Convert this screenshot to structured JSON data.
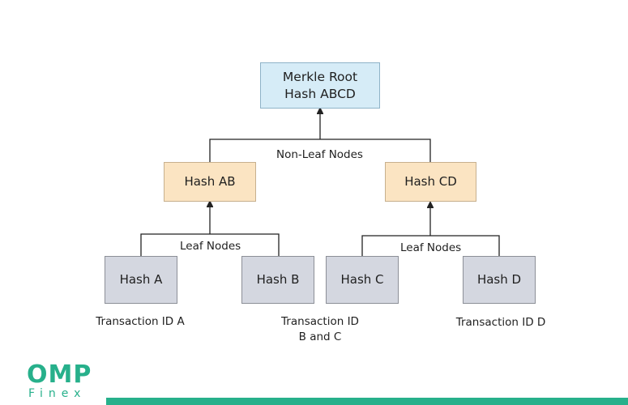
{
  "colors": {
    "root_fill": "#d6ecf7",
    "mid_fill": "#fbe4c2",
    "leaf_fill": "#d4d7e0",
    "connector": "#222222",
    "brand": "#27b08b"
  },
  "root": {
    "label": "Merkle Root\nHash ABCD"
  },
  "labels": {
    "non_leaf": "Non-Leaf Nodes",
    "leaf_left": "Leaf Nodes",
    "leaf_right": "Leaf Nodes"
  },
  "mid_nodes": [
    {
      "label": "Hash AB"
    },
    {
      "label": "Hash CD"
    }
  ],
  "leaf_nodes": [
    {
      "label": "Hash A"
    },
    {
      "label": "Hash B"
    },
    {
      "label": "Hash C"
    },
    {
      "label": "Hash D"
    }
  ],
  "transactions": [
    {
      "label": "Transaction ID A"
    },
    {
      "label": "Transaction ID\nB and C"
    },
    {
      "label": "Transaction ID D"
    }
  ],
  "logo": {
    "main": "OMP",
    "sub": "Finex"
  }
}
